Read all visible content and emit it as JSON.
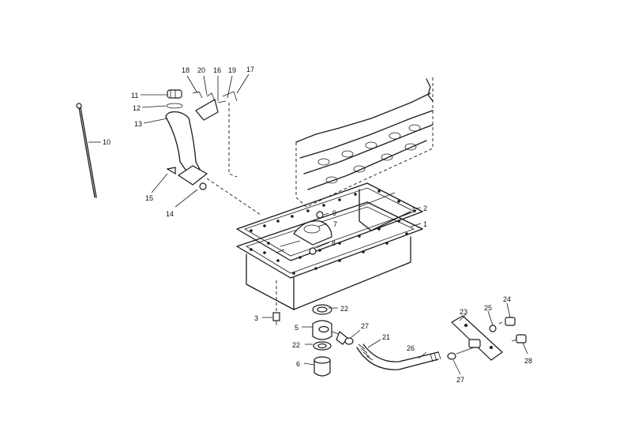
{
  "diagram": {
    "callouts": [
      {
        "id": "c1",
        "label": "1"
      },
      {
        "id": "c2",
        "label": "2"
      },
      {
        "id": "c3",
        "label": "3"
      },
      {
        "id": "c5",
        "label": "5"
      },
      {
        "id": "c6",
        "label": "6"
      },
      {
        "id": "c7",
        "label": "7"
      },
      {
        "id": "c8",
        "label": "8"
      },
      {
        "id": "c9",
        "label": "9"
      },
      {
        "id": "c10",
        "label": "10"
      },
      {
        "id": "c11",
        "label": "11"
      },
      {
        "id": "c12",
        "label": "12"
      },
      {
        "id": "c13",
        "label": "13"
      },
      {
        "id": "c14",
        "label": "14"
      },
      {
        "id": "c15a",
        "label": "15"
      },
      {
        "id": "c15b",
        "label": "15"
      },
      {
        "id": "c16",
        "label": "16"
      },
      {
        "id": "c17",
        "label": "17"
      },
      {
        "id": "c18",
        "label": "18"
      },
      {
        "id": "c19",
        "label": "19"
      },
      {
        "id": "c20",
        "label": "20"
      },
      {
        "id": "c21",
        "label": "21"
      },
      {
        "id": "c22a",
        "label": "22"
      },
      {
        "id": "c22b",
        "label": "22"
      },
      {
        "id": "c23",
        "label": "23"
      },
      {
        "id": "c24",
        "label": "24"
      },
      {
        "id": "c25",
        "label": "25"
      },
      {
        "id": "c26",
        "label": "26"
      },
      {
        "id": "c27a",
        "label": "27"
      },
      {
        "id": "c27b",
        "label": "27"
      },
      {
        "id": "c28",
        "label": "28"
      }
    ]
  }
}
